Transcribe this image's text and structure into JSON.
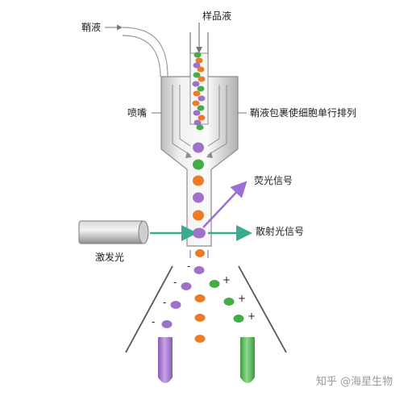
{
  "labels": {
    "sheath_fluid": "鞘液",
    "sample_fluid": "样品液",
    "nozzle": "喷嘴",
    "sheath_description": "鞘液包裹使细胞单行排列",
    "fluorescence_signal": "荧光信号",
    "scatter_signal": "散射光信号",
    "laser": "激发光"
  },
  "charges": {
    "negative": "-",
    "positive": "+"
  },
  "watermark": "知乎 @海星生物",
  "colors": {
    "purple": "#a071c8",
    "green": "#46ad46",
    "orange": "#ec7a26",
    "gray": "#b5b5b5",
    "arrow_teal": "#3aab8e",
    "arrow_violet": "#9b6fd6"
  }
}
